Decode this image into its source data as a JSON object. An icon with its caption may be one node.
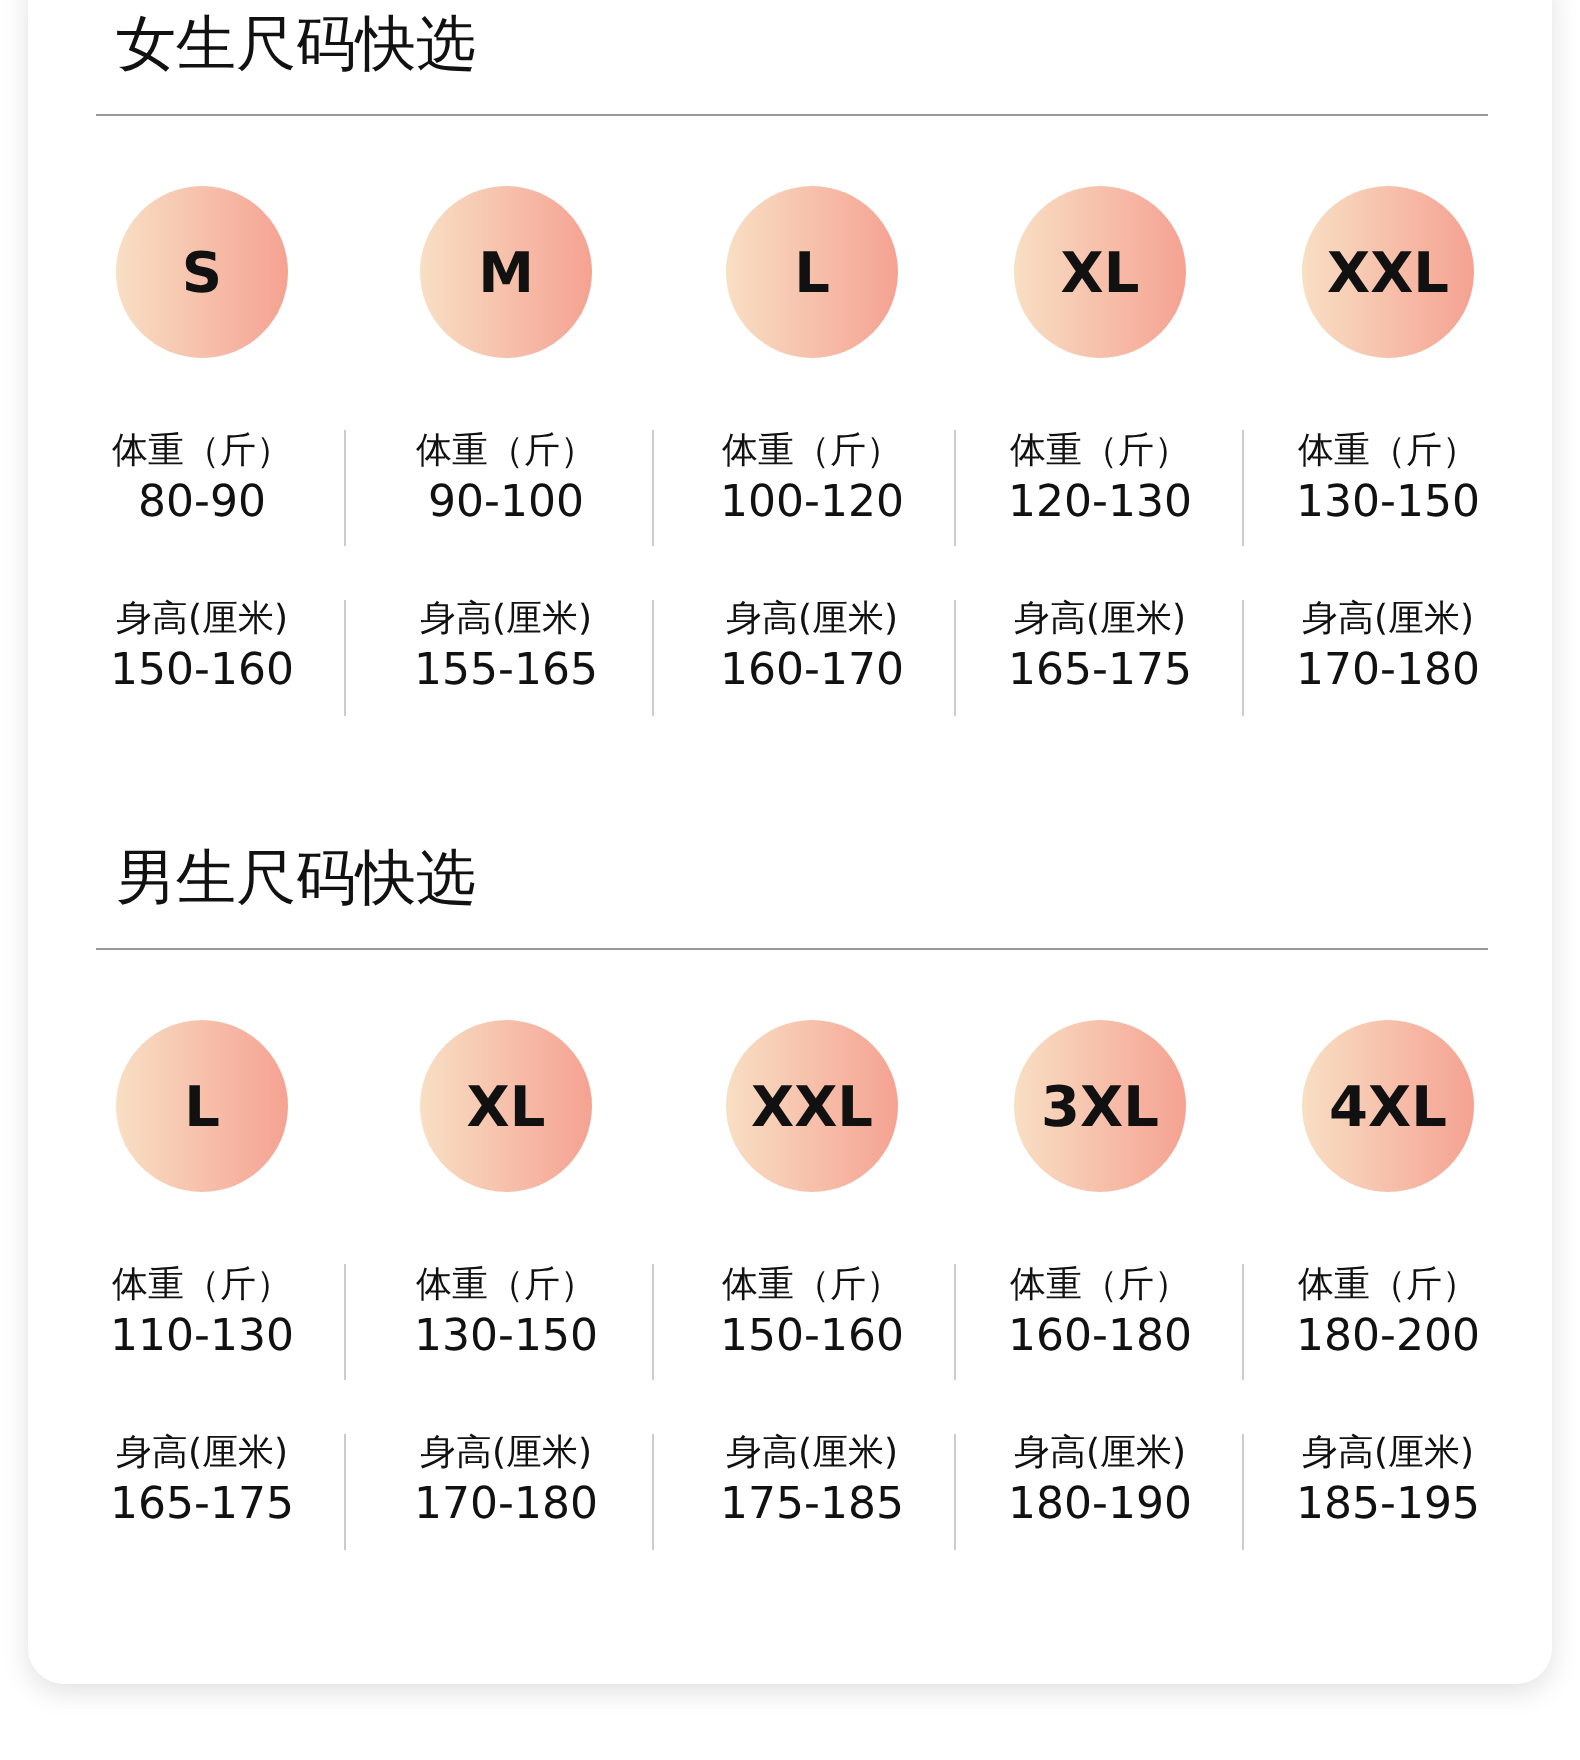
{
  "diagram": {
    "nodes": [
      {
        "text": [
          "S"
        ]
      },
      {
        "text": [
          "M"
        ]
      },
      {
        "text": [
          "L"
        ]
      },
      {
        "text": [
          "XL"
        ]
      },
      {
        "text": [
          "XXL"
        ]
      },
      {
        "text": [
          "L"
        ]
      },
      {
        "text": [
          "XL"
        ]
      },
      {
        "text": [
          "XXL"
        ]
      },
      {
        "text": [
          "3XL"
        ]
      },
      {
        "text": [
          "4XL"
        ]
      }
    ],
    "labels": [
      "女生尺码快选",
      "体重（斤）",
      "80-90",
      "体重（斤）",
      "90-100",
      "体重（斤）",
      "100-120",
      "体重（斤）",
      "120-130",
      "体重（斤）",
      "130-150",
      "身高(厘米)",
      "150-160",
      "身高(厘米)",
      "155-165",
      "身高(厘米)",
      "160-170",
      "身高(厘米)",
      "165-175",
      "身高(厘米)",
      "170-180",
      "男生尺码快选",
      "体重（斤）",
      "110-130",
      "体重（斤）",
      "130-150",
      "体重（斤）",
      "150-160",
      "体重（斤）",
      "160-180",
      "体重（斤）",
      "180-200",
      "身高(厘米)",
      "165-175",
      "身高(厘米)",
      "170-180",
      "身高(厘米)",
      "175-185",
      "身高(厘米)",
      "180-190",
      "身高(厘米)",
      "185-195"
    ]
  }
}
